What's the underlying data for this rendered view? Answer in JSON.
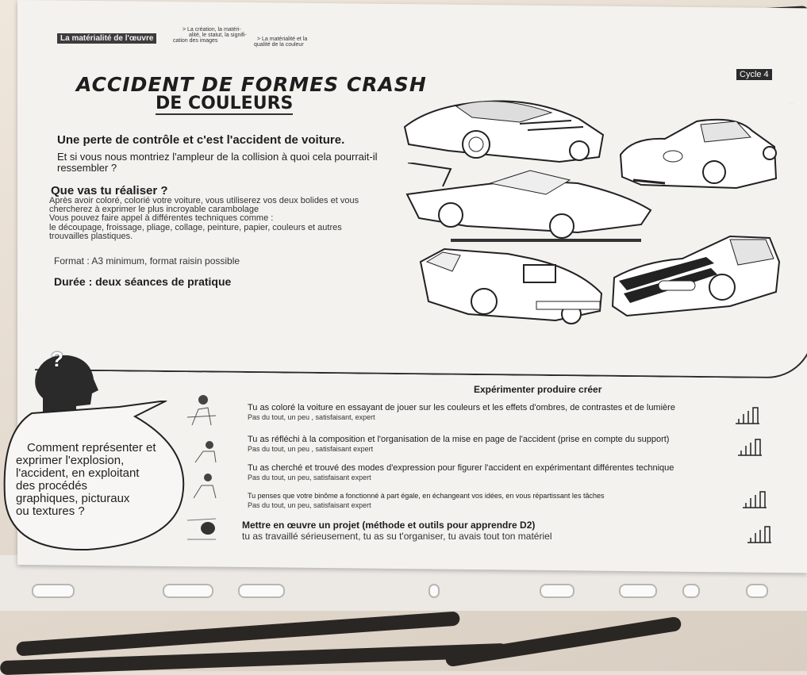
{
  "header": {
    "tab_active": "La matérialité de l'œuvre",
    "tab2_line1": "> La création, la matéri-",
    "tab2_line2": "alité, le statut, la signifi-",
    "tab2_line3": "cation des images",
    "tab3_line1": "> La matérialité et la",
    "tab3_line2": "qualité de la couleur",
    "cycle": "Cycle 4"
  },
  "title": {
    "line1": "ACCIDENT DE FORMES CRASH",
    "line2": "DE COULEURS"
  },
  "intro": {
    "heading": "Une perte de contrôle et c'est l'accident de voiture.",
    "question_line1": "Et si vous nous montriez l'ampleur de la collision à quoi cela pourrait-il",
    "question_line2": "ressembler ?"
  },
  "task": {
    "heading": "Que vas tu réaliser ?",
    "lines": [
      "Après avoir coloré, colorié votre voiture, vous utiliserez vos deux bolides et vous",
      "chercherez à exprimer le plus incroyable carambolage",
      "Vous pouvez faire appel à différentes techniques comme :",
      "le découpage, froissage, pliage, collage, peinture, papier, couleurs et autres",
      "trouvailles plastiques."
    ],
    "format": "Format : A3 minimum, format raisin possible",
    "duration": "Durée : deux séances de pratique"
  },
  "question_mark": "?",
  "side_question": {
    "lines": [
      "Comment représenter et",
      "exprimer l'explosion,",
      "l'accident, en exploitant",
      "des procédés",
      "graphiques, picturaux",
      "ou textures ?"
    ]
  },
  "rubric": {
    "title": "Expérimenter produire créer",
    "items": [
      {
        "text": "Tu as coloré la voiture en essayant de jouer sur les couleurs et les effets d'ombres, de contrastes et de lumière",
        "scale": "Pas du tout, un  peu  , satisfaisant, expert"
      },
      {
        "text": "Tu as réfléchi à la composition et l'organisation de la mise en page de l'accident (prise en compte du support)",
        "scale": "Pas du tout, un  peu , satisfaisant   expert"
      },
      {
        "text": "Tu as cherché et trouvé des modes d'expression pour figurer l'accident en expérimentant différentes technique",
        "scale": "Pas du tout, un  peu,  satisfaisant  expert"
      },
      {
        "text": "Tu penses que votre binôme a fonctionné à part égale, en échangeant vos idées, en vous répartissant les tâches",
        "scale": "Pas du tout, un  peu,  satisfaisant  expert"
      }
    ],
    "final_title": "Mettre en œuvre un projet (méthode et outils pour apprendre D2)",
    "final_text": "tu as travaillé sérieusement, tu as su t'organiser, tu avais tout ton matériel"
  },
  "colors": {
    "ink": "#1d1d1d",
    "paper": "#f4f2ef",
    "cloth": "#e2d8cc",
    "stripes": "#2a2624"
  },
  "icons": [
    "car-ferrari-icon",
    "car-porsche-icon",
    "car-daytona-icon",
    "car-musclecar-icon",
    "car-skyline-icon",
    "head-silhouette-icon",
    "gauge-icon",
    "student-figure-icon"
  ]
}
